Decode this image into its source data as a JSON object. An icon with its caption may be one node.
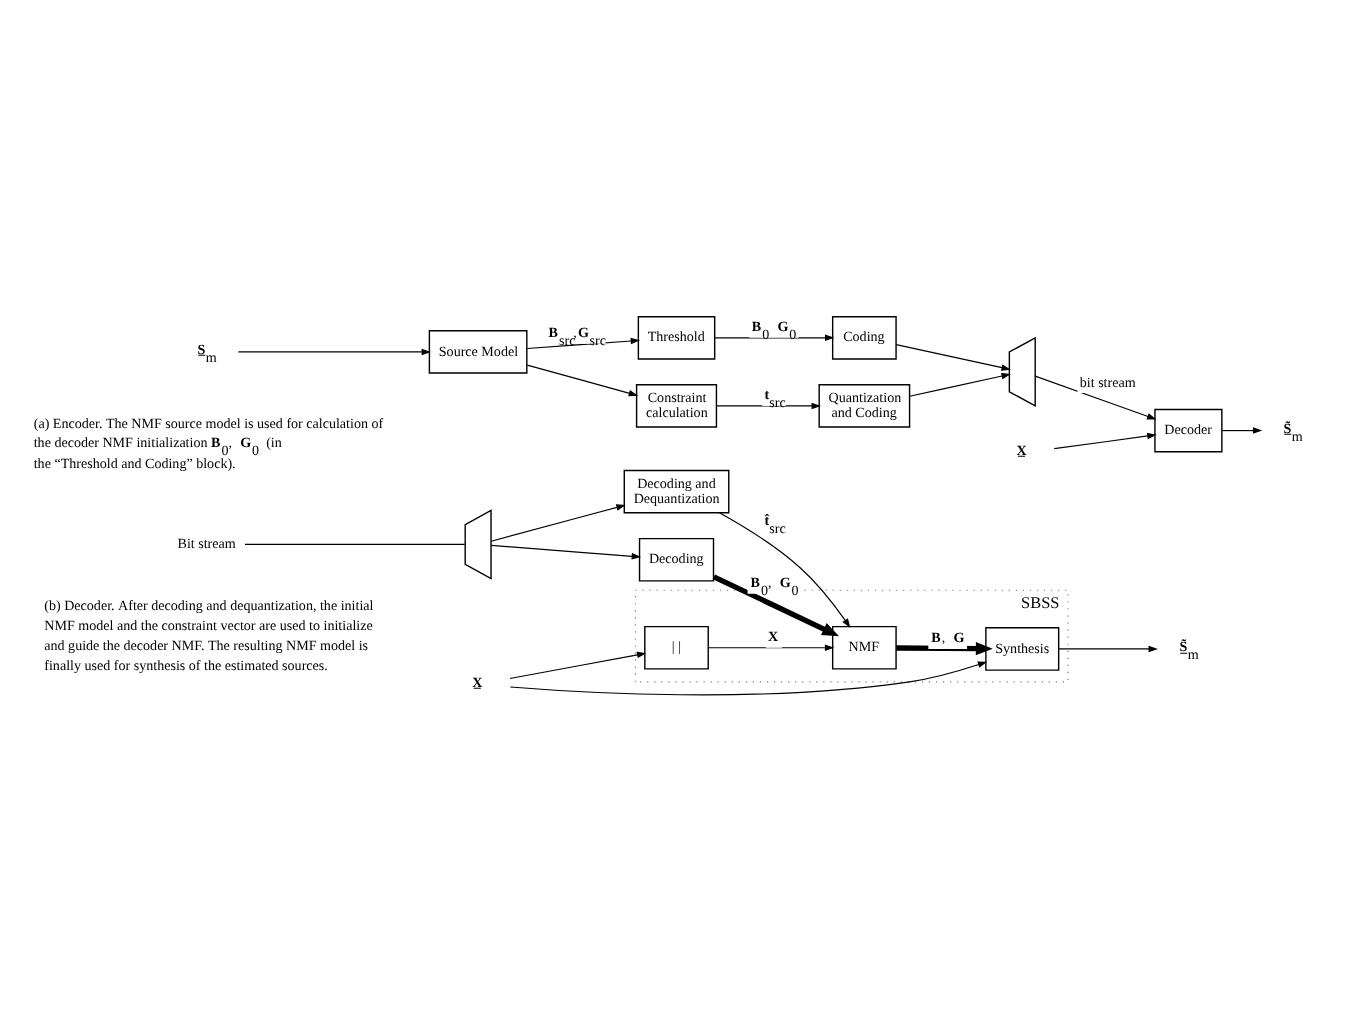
{
  "diagram": {
    "nodes": [
      {
        "text": [
          "**S̲**$_{m}$"
        ]
      },
      {
        "text": [
          "Source Model"
        ]
      },
      {
        "text": [
          "Threshold"
        ]
      },
      {
        "text": [
          "Constraint calculation"
        ]
      },
      {
        "text": [
          "Coding"
        ]
      },
      {
        "text": [
          "Quantization and Coding"
        ]
      },
      {
        "text": [],
        "shape": "trapezoid"
      },
      {
        "text": [
          "**X̲**"
        ]
      },
      {
        "text": [
          "Decoder"
        ]
      },
      {
        "text": [
          "**S̲̃**$_{m}$"
        ]
      },
      {
        "text": [
          "Bit stream"
        ]
      },
      {
        "text": [],
        "shape": "trapezoid"
      },
      {
        "text": [
          "Decoding and Dequantization"
        ]
      },
      {
        "text": [
          "Decoding"
        ]
      },
      {
        "text": [
          "SBSS"
        ]
      },
      {
        "text": [
          "**X̲**"
        ]
      },
      {
        "text": [
          "| |"
        ],
        "in": 14
      },
      {
        "text": [
          "NMF"
        ],
        "in": 14
      },
      {
        "text": [
          "Synthesis"
        ],
        "in": 14
      },
      {
        "text": [
          "**S̲̃**$_{m}$"
        ]
      }
    ],
    "edges": [
      {
        "from": 0,
        "to": 1,
        "arrow": "to"
      },
      {
        "from": 1,
        "to": 2,
        "arrow": "to",
        "label": "**B**$_{src}$,**G**$_{src}$"
      },
      {
        "from": 1,
        "to": 3,
        "arrow": "to"
      },
      {
        "from": 2,
        "to": 4,
        "arrow": "to",
        "label": "**B**$_{0}$ **G**$_{0}$"
      },
      {
        "from": 3,
        "to": 5,
        "arrow": "to",
        "label": "**t**$_{src}$"
      },
      {
        "from": 4,
        "to": 6,
        "arrow": "to"
      },
      {
        "from": 5,
        "to": 6,
        "arrow": "to"
      },
      {
        "from": 6,
        "to": 8,
        "arrow": "to",
        "label": "bit stream"
      },
      {
        "from": 7,
        "to": 8,
        "arrow": "to"
      },
      {
        "from": 8,
        "to": 9,
        "arrow": "to"
      },
      {
        "from": 10,
        "to": 11,
        "arrow": "none"
      },
      {
        "from": 11,
        "to": 12,
        "arrow": "to"
      },
      {
        "from": 11,
        "to": 13,
        "arrow": "to"
      },
      {
        "from": 12,
        "to": 17,
        "arrow": "to",
        "label": "**t̂**$_{src}$"
      },
      {
        "from": 13,
        "to": 17,
        "arrow": "to",
        "label": "**B**$_{0}$, **G**$_{0}$",
        "style": "thick"
      },
      {
        "from": 15,
        "to": 16,
        "arrow": "to"
      },
      {
        "from": 15,
        "to": 18,
        "arrow": "to"
      },
      {
        "from": 16,
        "to": 17,
        "arrow": "to",
        "label": "**X**"
      },
      {
        "from": 17,
        "to": 18,
        "arrow": "to",
        "label": "**B**, **G**",
        "style": "thick"
      },
      {
        "from": 18,
        "to": 19,
        "arrow": "to"
      }
    ],
    "labels": [
      "(a) Encoder. The NMF source model is used for calculation of the decoder NMF initialization **B**$_{0}$, **G**$_{0}$ (in the “Threshold and Coding” block).",
      "(b) Decoder. After decoding and dequantization, the initial NMF model and the constraint vector are used to initialize and guide the decoder NMF. The resulting NMF model is finally used for synthesis of the estimated sources."
    ]
  }
}
